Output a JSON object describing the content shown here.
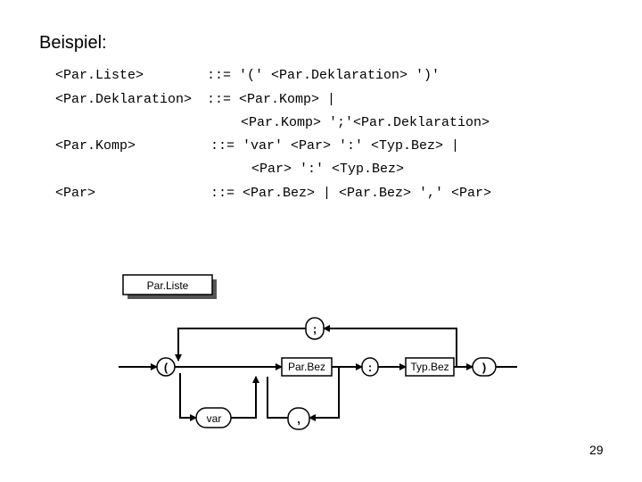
{
  "slide": {
    "heading": "Beispiel:",
    "page_number": "29"
  },
  "grammar": {
    "rules": [
      {
        "lhs": "<Par.Liste>",
        "rhs": "::= '(' <Par.Deklaration> ')'"
      },
      {
        "lhs": "<Par.Deklaration>",
        "rhs": "::= <Par.Komp> |"
      },
      {
        "lhs": "",
        "rhs": "<Par.Komp> ';'<Par.Deklaration>"
      },
      {
        "lhs": "<Par.Komp>",
        "rhs": "::= 'var' <Par> ':' <Typ.Bez> |"
      },
      {
        "lhs": "",
        "rhs": "<Par> ':' <Typ.Bez>"
      },
      {
        "lhs": "<Par>",
        "rhs": "::= <Par.Bez> | <Par.Bez> ',' <Par>"
      }
    ]
  },
  "syntax_diagram": {
    "title": "Par.Liste",
    "nonterminals": {
      "par_bez": "Par.Bez",
      "typ_bez": "Typ.Bez"
    },
    "terminals": {
      "open_paren": "(",
      "semicolon": ";",
      "colon": ":",
      "close_paren": ")",
      "var": "var",
      "comma": ","
    }
  }
}
